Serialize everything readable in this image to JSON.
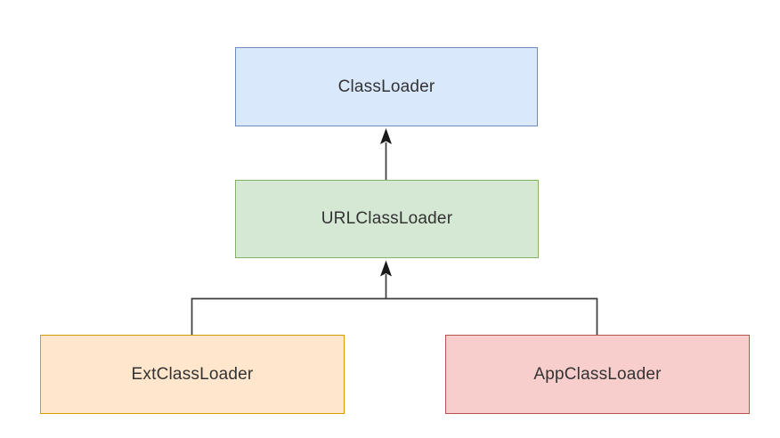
{
  "diagram": {
    "type": "hierarchy",
    "background_color": "#ffffff",
    "connector_color": "#3c3c3c",
    "arrowhead_color": "#1a1a1a",
    "label_color": "#333333",
    "nodes": [
      {
        "id": "classloader",
        "label": "ClassLoader",
        "fill": "#dae8fc",
        "stroke": "#6c8ebf",
        "position": "top-center"
      },
      {
        "id": "urlclassloader",
        "label": "URLClassLoader",
        "fill": "#d5e8d4",
        "stroke": "#82b366",
        "position": "middle-center"
      },
      {
        "id": "extclassloader",
        "label": "ExtClassLoader",
        "fill": "#ffe6cc",
        "stroke": "#d79b00",
        "position": "bottom-left"
      },
      {
        "id": "appclassloader",
        "label": "AppClassLoader",
        "fill": "#f8cecc",
        "stroke": "#b85450",
        "position": "bottom-right"
      }
    ],
    "edges": [
      {
        "from": "urlclassloader",
        "to": "classloader",
        "style": "arrow-up"
      },
      {
        "from": "extclassloader",
        "to": "urlclassloader",
        "style": "arrow-up-branch"
      },
      {
        "from": "appclassloader",
        "to": "urlclassloader",
        "style": "arrow-up-branch"
      }
    ]
  }
}
